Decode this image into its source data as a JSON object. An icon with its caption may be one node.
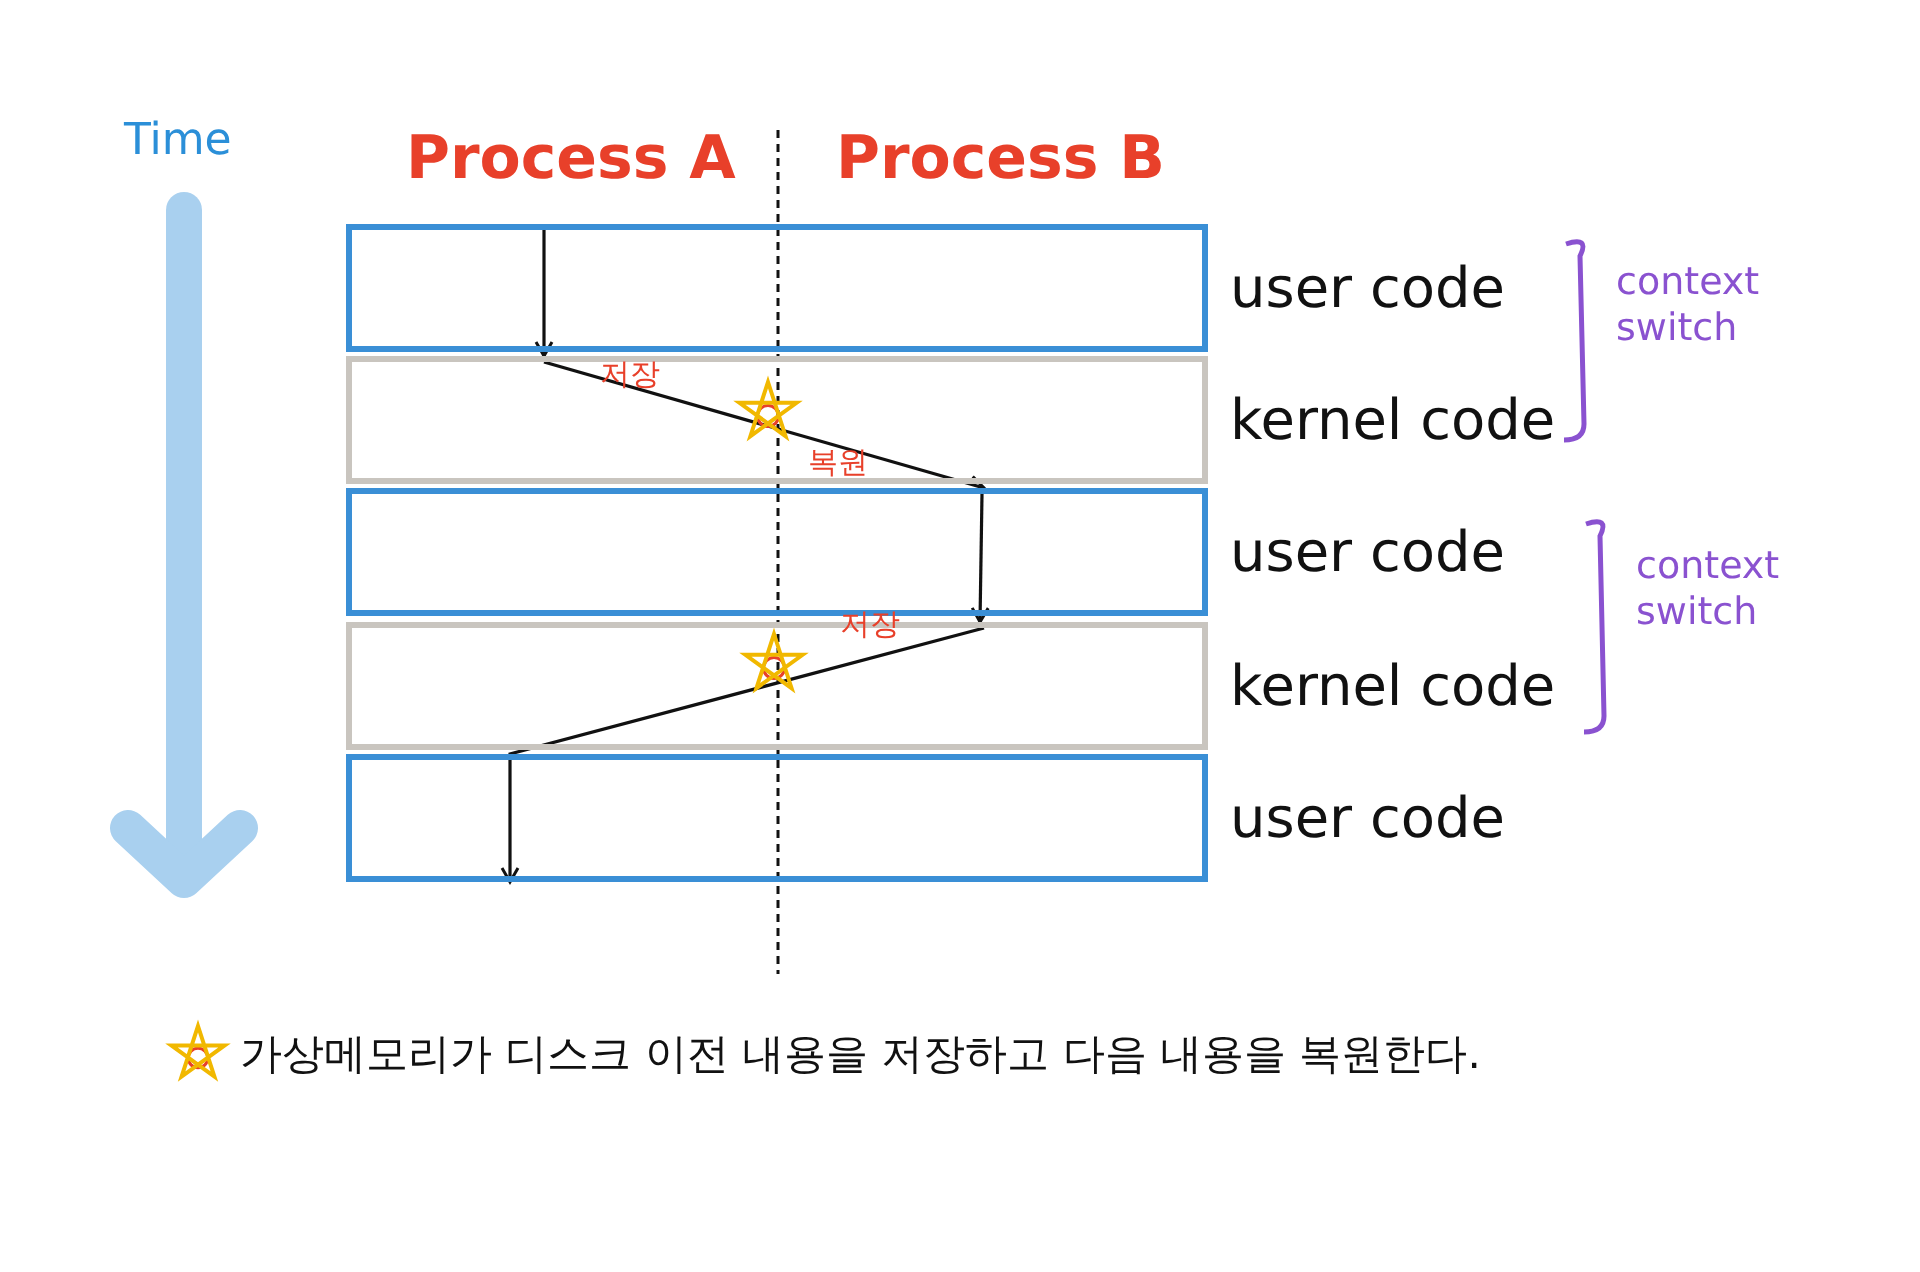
{
  "diagram": {
    "nodes": [
      {
        "text": [],
        "shape": "box",
        "beside": [
          "user code"
        ]
      },
      {
        "text": [],
        "shape": "box",
        "beside": [
          "kernel code"
        ]
      },
      {
        "text": [],
        "shape": "box",
        "beside": [
          "user code"
        ]
      },
      {
        "text": [],
        "shape": "box",
        "beside": [
          "kernel code"
        ]
      },
      {
        "text": [],
        "shape": "box",
        "beside": [
          "user code"
        ]
      }
    ],
    "edges": [
      {
        "from": 0,
        "to": 1,
        "arrow": "to"
      },
      {
        "from": 1,
        "to": 2,
        "arrow": "to"
      },
      {
        "from": 2,
        "to": 3,
        "arrow": "to"
      },
      {
        "from": 3,
        "to": 4,
        "arrow": "to"
      }
    ],
    "labels": [
      "Time",
      "Process A",
      "Process B",
      "저장",
      "복원",
      "저장",
      "context switch",
      "context switch",
      "가상메모리가 디스크 이전 내용을 저장하고 다음 내용을 복원한다."
    ]
  }
}
